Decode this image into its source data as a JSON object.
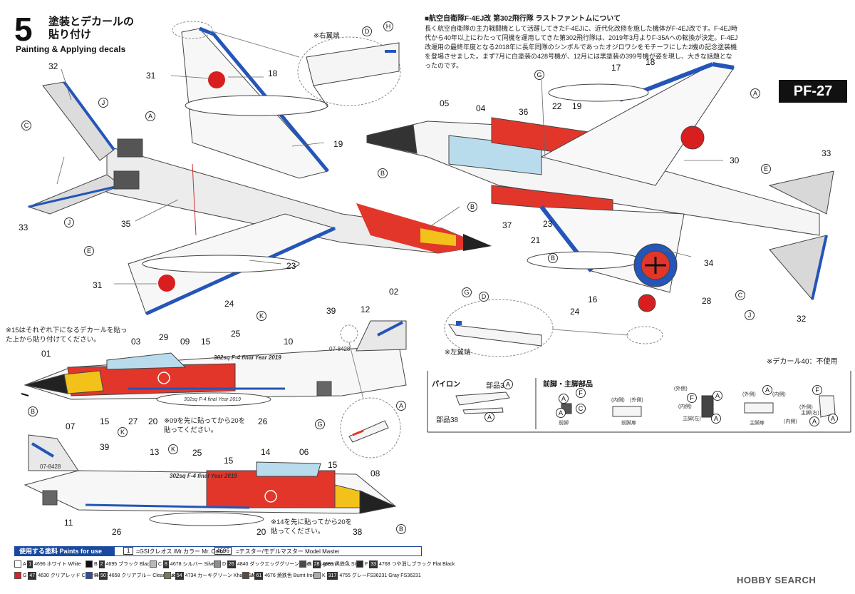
{
  "header": {
    "step_number": "5",
    "title_jp": "塗装とデカールの貼り付け",
    "title_en": "Painting & Applying decals"
  },
  "info": {
    "title": "■航空自衛隊F-4EJ改 第302飛行隊 ラストファントムについて",
    "body": "長く航空自衛隊の主力戦闘機として活躍してきたF-4EJに、近代化改修を施した機体がF-4EJ改です。F-4EJ時代から40年以上にわたって同機を運用してきた第302飛行隊は、2019年3月よりF-35Aへの転換が決定。F-4EJ改運用の最終年度となる2018年に長年同隊のシンボルであったオジロワシをモチーフにした2機の記念塗装機を登場させました。まず7月に白塗装の428号機が、12月には黒塗装の399号機が姿を現し、大きな話題となったのです。"
  },
  "badge": "PF-27",
  "insets": {
    "right_wingtip": "※右翼端",
    "left_wingtip": "※左翼端"
  },
  "notes": {
    "decal15": "※15はそれぞれ下になるデカールを貼った上から貼り付けてください。",
    "decal09": "※09を先に貼ってから20を貼ってください。",
    "decal14": "※14を先に貼ってから20を貼ってください。",
    "decal40": "※デカール40：不使用"
  },
  "callouts": {
    "top_view": [
      "32",
      "J",
      "C",
      "33",
      "J",
      "E",
      "31",
      "18",
      "A",
      "19",
      "35",
      "B",
      "23",
      "31",
      "24",
      "D",
      "H"
    ],
    "right_view": [
      "G",
      "17",
      "18",
      "A",
      "05",
      "04",
      "36",
      "22",
      "19",
      "33",
      "B",
      "30",
      "E",
      "37",
      "23",
      "21",
      "B",
      "34",
      "16",
      "28",
      "24",
      "C",
      "J",
      "32",
      "G",
      "D"
    ],
    "side_view_left": [
      "K",
      "39",
      "12",
      "02",
      "03",
      "29",
      "09",
      "15",
      "25",
      "10",
      "01",
      "B",
      "15",
      "K",
      "27",
      "20",
      "26",
      "A",
      "G"
    ],
    "side_view_right": [
      "07",
      "39",
      "K",
      "25",
      "15",
      "14",
      "06",
      "13",
      "15",
      "08",
      "11",
      "26",
      "20",
      "38",
      "B"
    ]
  },
  "tail_codes": [
    "07-8428",
    "07-8428"
  ],
  "fuselage_text": [
    "302sq F-4 final Year 2019",
    "302sq F-4 final Year 2019",
    "302sq F-4 final Year 2019"
  ],
  "parts": {
    "pylon_label": "パイロン",
    "part37": "部品37",
    "part38": "部品38",
    "gear_label": "前脚・主脚部品",
    "labels": [
      "前脚",
      "前脚扉",
      "主脚(左)",
      "主脚扉",
      "主脚(右)"
    ],
    "tiny_labels": [
      "(内側)",
      "(外側)",
      "(外側)",
      "(内側)",
      "(外側)",
      "(内側)",
      "(外側)",
      "(内側)"
    ],
    "letters": [
      "A",
      "A",
      "A",
      "F",
      "C",
      "A",
      "F",
      "A",
      "A",
      "F",
      "A",
      "A",
      "A"
    ]
  },
  "paint_table": {
    "header": "使用する塗料 Paints for use",
    "legend_box": "1",
    "legend_1": "=GSIクレオス /Mr.カラー Mr. Color",
    "legend_box2": "4696",
    "legend_2": "=テスター/モデルマスター Model Master",
    "rows": [
      [
        {
          "letter": "A",
          "color": "#ffffff",
          "num": "1",
          "mm": "4696",
          "name": "ホワイト White"
        },
        {
          "letter": "B",
          "color": "#111111",
          "num": "2",
          "mm": "4695",
          "name": "ブラック Black"
        },
        {
          "letter": "C",
          "color": "#b9b9b9",
          "num": "8",
          "mm": "4678",
          "name": "シルバー Silver"
        },
        {
          "letter": "D",
          "color": "#8a8f88",
          "num": "26",
          "mm": "4840",
          "name": "ダックエッググリーン Duck egg green"
        },
        {
          "letter": "E",
          "color": "#4a4a4a",
          "num": "28",
          "mm": "4681",
          "name": "黒鉄色 Steel"
        },
        {
          "letter": "F",
          "color": "#2a2a2a",
          "num": "33",
          "mm": "4768",
          "name": "つや消しブラック Flat Black"
        }
      ],
      [
        {
          "letter": "G",
          "color": "#d8232a",
          "num": "47",
          "mm": "4630",
          "name": "クリアレッド Clear Red"
        },
        {
          "letter": "H",
          "color": "#2a4fa5",
          "num": "50",
          "mm": "4658",
          "name": "クリアブルー Clear Blue"
        },
        {
          "letter": "I",
          "color": "#7a7b55",
          "num": "54",
          "mm": "4734",
          "name": "カーキグリーン Khaki Green"
        },
        {
          "letter": "J",
          "color": "#5b4a3c",
          "num": "61",
          "mm": "4676",
          "name": "焼鉄色 Burnt Iron"
        },
        {
          "letter": "K",
          "color": "#a9adb3",
          "num": "317",
          "mm": "4755",
          "name": "グレーFS36231 Gray FS36231"
        }
      ]
    ]
  },
  "watermark": "HOBBY SEARCH",
  "colors": {
    "red": "#e2362b",
    "blue": "#2455b8",
    "hinomaru": "#d81e1e",
    "line": "#444444"
  }
}
